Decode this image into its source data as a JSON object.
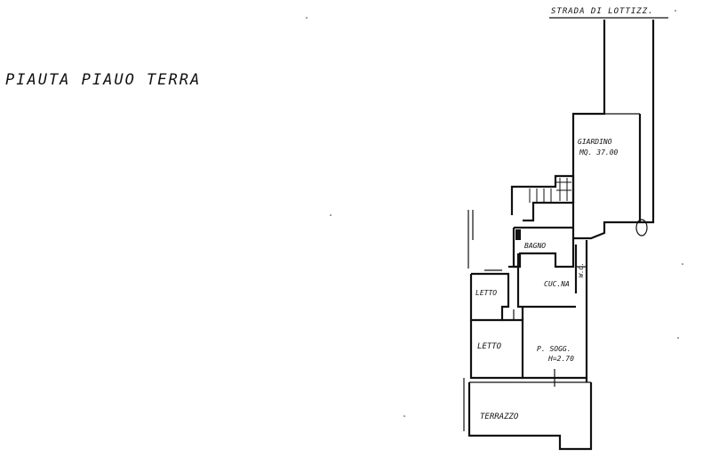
{
  "title": "PIAUTA PIAUO TERRA",
  "street_label": "STRADA DI LOTTIZZ.",
  "rooms": {
    "garden_name": "GIARDINO",
    "garden_area": "MQ. 37.00",
    "bathroom": "BAGNO",
    "kitchen": "CUC.NA",
    "wc": "W.C.",
    "bedroom_1": "LETTO",
    "bedroom_2": "LETTO",
    "living_name": "P. SOGG.",
    "living_height": "H=2.70",
    "terrace": "TERRAZZO"
  }
}
